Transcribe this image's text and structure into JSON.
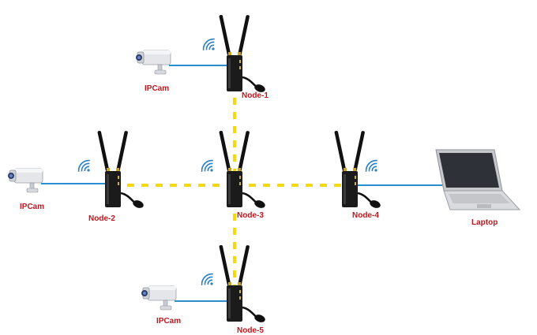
{
  "nodes": [
    {
      "id": "node-1",
      "label": "Node-1"
    },
    {
      "id": "node-2",
      "label": "Node-2"
    },
    {
      "id": "node-3",
      "label": "Node-3"
    },
    {
      "id": "node-4",
      "label": "Node-4"
    },
    {
      "id": "node-5",
      "label": "Node-5"
    }
  ],
  "cameras": [
    {
      "id": "ipcam-1",
      "label": "IPCam",
      "connected_to": "node-1"
    },
    {
      "id": "ipcam-2",
      "label": "IPCam",
      "connected_to": "node-2"
    },
    {
      "id": "ipcam-3",
      "label": "IPCam",
      "connected_to": "node-5"
    }
  ],
  "laptop": {
    "label": "Laptop",
    "connected_to": "node-4"
  },
  "mesh_links": [
    {
      "from": "node-1",
      "to": "node-3"
    },
    {
      "from": "node-2",
      "to": "node-3"
    },
    {
      "from": "node-3",
      "to": "node-4"
    },
    {
      "from": "node-3",
      "to": "node-5"
    }
  ],
  "colors": {
    "mesh_link": "#f5d90a",
    "wired_link": "#2a8fd0",
    "label": "#c0171d",
    "wifi": "#2a7fc5"
  }
}
